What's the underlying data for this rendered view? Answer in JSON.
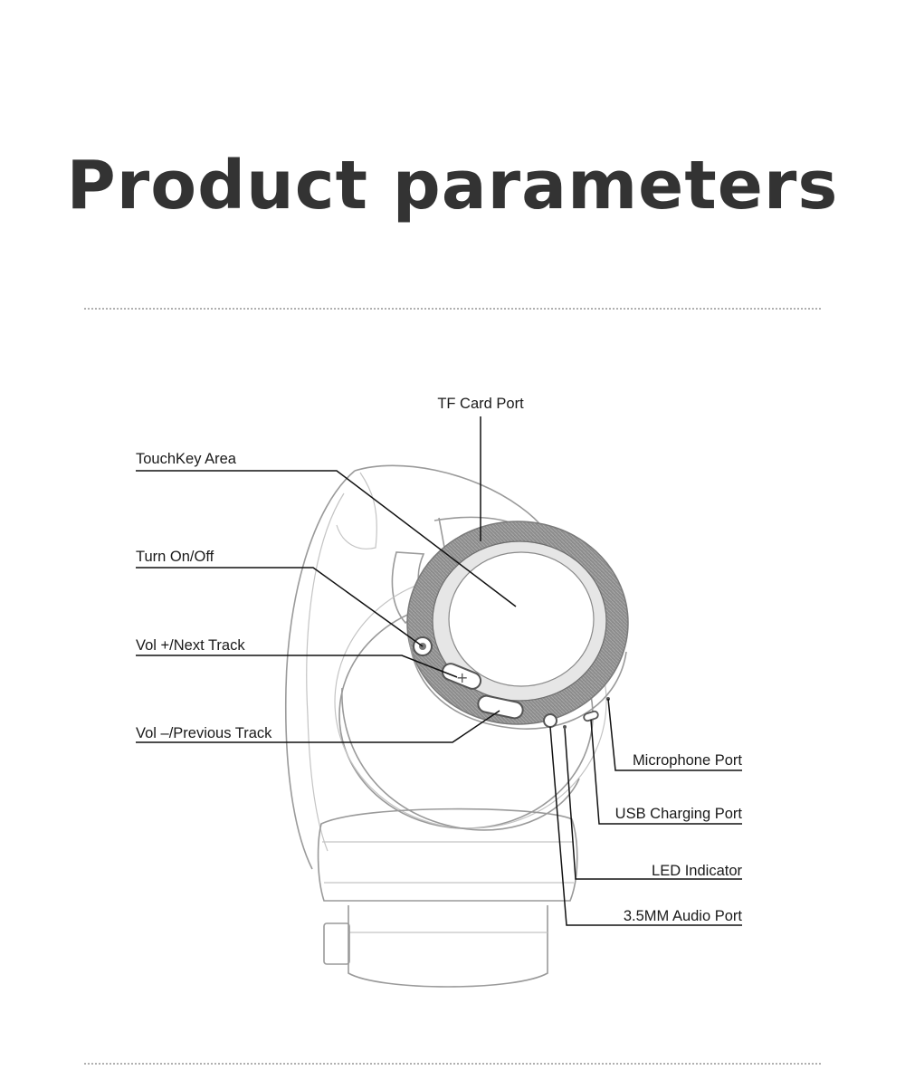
{
  "title": "Product parameters",
  "labels": {
    "tf_card_port": "TF Card Port",
    "touchkey_area": "TouchKey Area",
    "turn_on_off": "Turn On/Off",
    "vol_up_next": "Vol +/Next Track",
    "vol_down_prev": "Vol –/Previous Track",
    "microphone_port": "Microphone Port",
    "usb_charging_port": "USB Charging Port",
    "led_indicator": "LED Indicator",
    "audio_port": "3.5MM Audio Port"
  },
  "button_symbols": {
    "plus": "+",
    "minus": "–"
  }
}
